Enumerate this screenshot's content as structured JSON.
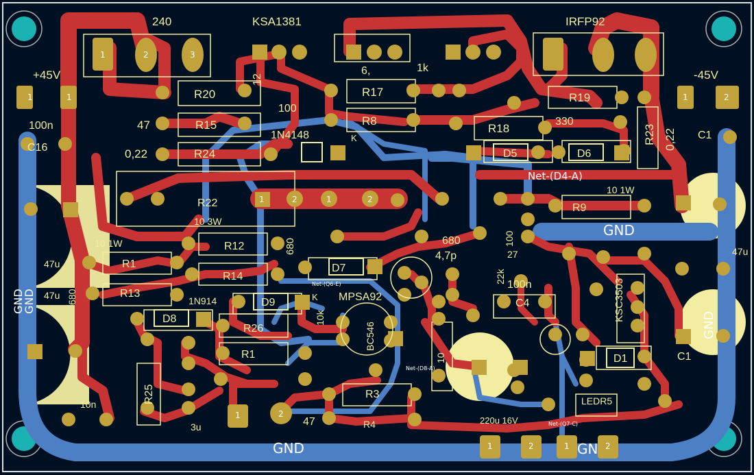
{
  "board": {
    "colors": {
      "substrate": "#001023",
      "top_copper": "#c83434",
      "bottom_copper": "#4d7fc4",
      "pad": "#c2a23a",
      "silkscreen": "#f2eda1",
      "hole": "#1ab2b2",
      "outline": "#e0e0e0"
    }
  },
  "labels": {
    "vcc_pos": "+45V",
    "vcc_neg": "-45V",
    "part_240": "240",
    "part_ksa1381": "KSA1381",
    "part_irfp": "IRFP92",
    "r12": "12",
    "r_6k": "6,",
    "r_1k": "1k",
    "r20": "R20",
    "r17": "R17",
    "r19": "R19",
    "r15": "R15",
    "r8": "R8",
    "r18": "R18",
    "r24": "R24",
    "r23": "R23",
    "r22": "R22",
    "r9": "R9",
    "r12b": "R12",
    "r14": "R14",
    "r1": "R1",
    "r13": "R13",
    "r26": "R26",
    "r1b": "R1",
    "r25": "R25",
    "r3": "R3",
    "r4": "R4",
    "v_47": "47",
    "v_022": "0,22",
    "v_022b": "0,22",
    "v_100": "100",
    "v_100n": "100n",
    "v_100n2": "100n",
    "v_330": "330",
    "v_10_3w": "10 3W",
    "v_10_1w": "10 1W",
    "v_10_1wb": "10 1W",
    "v_680": "680",
    "v_680b": "680",
    "v_680c": "680",
    "v_47p": "4,7p",
    "v_22k": "22k",
    "v_47u": "47u",
    "v_47u2": "47u",
    "v_47u3": "47u",
    "v_27": "27",
    "v_10k": "10k",
    "v_10": "10",
    "v_10n": "10n",
    "v_3u": "3u",
    "v_220u": "220u 16V",
    "d5": "D5",
    "d6": "D6",
    "d7": "D7",
    "d8": "D8",
    "d9": "D9",
    "d1": "D1",
    "c4": "C4",
    "c16": "C16",
    "c1": "C1",
    "c1b": "C1",
    "diode_1n4148": "1N4148",
    "diode_1n914": "1N914",
    "mpsa92": "MPSA92",
    "bc546": "BC546",
    "ksc3503": "KSC3503",
    "ledr5": "LEDR5",
    "k1": "K",
    "k2": "K",
    "gnd_left1": "GND",
    "gnd_left2": "GND",
    "gnd_right": "GND",
    "gnd_bottom": "GND",
    "gnd_mid": "GND",
    "gnd_br": "GN"
  },
  "nets": {
    "d4a": "Net-(D4-A)",
    "q6e": "Net-(Q6-E)",
    "d8a": "Net-(D8-A)",
    "q7c": "Net-(Q7-C)",
    "pad_net": "Net"
  },
  "pad_numbers": [
    "1",
    "2",
    "3"
  ]
}
